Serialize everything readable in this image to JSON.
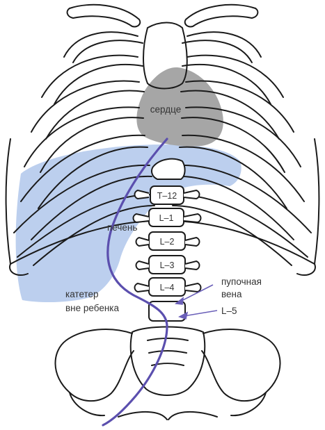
{
  "labels": {
    "heart": "сердце",
    "liver": "печень",
    "catheter_line1": "катетер",
    "catheter_line2": "вне ребенка",
    "umbilical_line1": "пупочная",
    "umbilical_line2": "вена",
    "l5": "L–5"
  },
  "vertebrae": [
    "T–12",
    "L–1",
    "L–2",
    "L–3",
    "L–4"
  ],
  "colors": {
    "outline": "#1a1a1a",
    "heart_fill": "#a6a6a6",
    "liver_fill": "#bccfee",
    "catheter": "#5b4fae",
    "arrow": "#6a5fb8"
  }
}
